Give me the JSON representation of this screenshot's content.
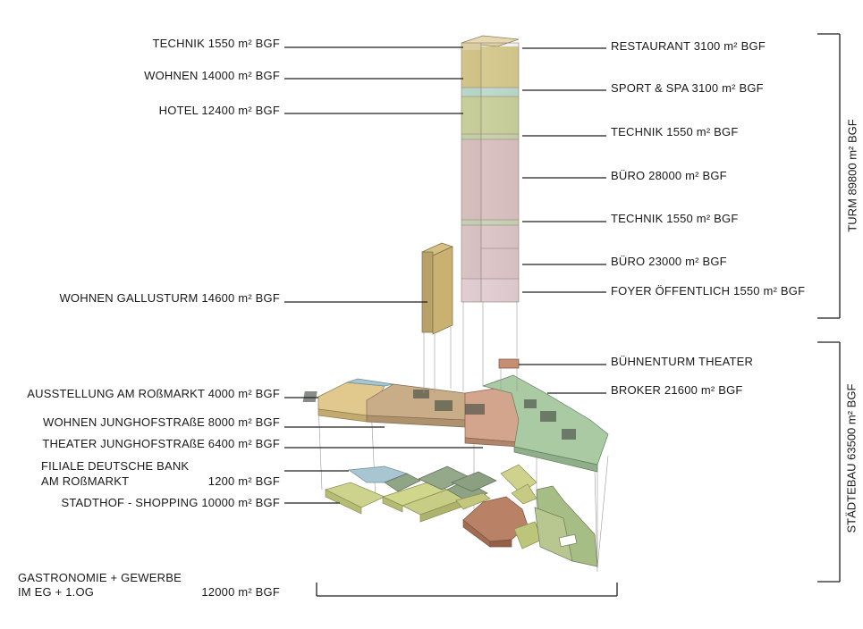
{
  "left_labels": {
    "technik_top": "TECHNIK 1550 m² BGF",
    "wohnen": "WOHNEN 14000 m² BGF",
    "hotel": "HOTEL 12400 m² BGF",
    "wohnen_gallusturm": "WOHNEN GALLUSTURM  14600 m² BGF",
    "ausstellung": "AUSSTELLUNG AM ROßMARKT  4000 m² BGF",
    "wohnen_junghof": "WOHNEN JUNGHOFSTRAßE  8000 m² BGF",
    "theater_junghof": "THEATER JUNGHOFSTRAßE  6400 m² BGF",
    "filiale_line1": "FILIALE DEUTSCHE BANK",
    "filiale_line2": "AM ROßMARKT",
    "filiale_area": "1200 m² BGF",
    "stadthof": "STADTHOF - SHOPPING 10000 m² BGF",
    "gastro_line1": "GASTRONOMIE + GEWERBE",
    "gastro_line2": "IM EG + 1.OG",
    "gastro_area": "12000 m² BGF"
  },
  "right_labels": {
    "restaurant": "RESTAURANT 3100 m² BGF",
    "sport_spa": "SPORT & SPA 3100 m² BGF",
    "technik_1": "TECHNIK 1550 m² BGF",
    "buero_28000": "BÜRO 28000 m² BGF",
    "technik_2": "TECHNIK 1550 m² BGF",
    "buero_23000": "BÜRO 23000 m² BGF",
    "foyer": "FOYER ÖFFENTLICH 1550 m² BGF",
    "buehnenturm": "BÜHNENTURM THEATER",
    "broker": "BROKER 21600 m² BGF"
  },
  "brackets": {
    "turm": "TURM 89800 m² BGF",
    "staedtebau": "STÄDTEBAU 63500 m² BGF"
  },
  "colors": {
    "technik": "#e6d8b0",
    "wohnen": "#d6c98a",
    "spa": "#b9d8cc",
    "hotel": "#c9cf9c",
    "buero": "#dcc2c2",
    "foyer": "#e4cdd2",
    "gallusturm": "#c9b271",
    "ausstellung": "#e2c98a",
    "filiale": "#9fc1cf",
    "wohnen_junghof": "#c4a882",
    "theater": "#cf9f86",
    "broker": "#a9c9a2",
    "buehnenturm": "#c68f73",
    "stadthof": "#c9cf85",
    "gastro_dark": "#8fa586",
    "gastro_brown": "#b27b60",
    "line": "#1f1f1f"
  }
}
